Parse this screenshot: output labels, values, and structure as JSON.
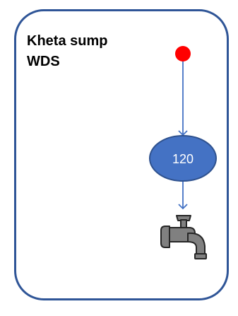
{
  "title": {
    "line1": "Kheta sump",
    "line2": "WDS"
  },
  "node": {
    "label": "120"
  },
  "colors": {
    "border": "#2f5597",
    "source_dot": "#ff0000",
    "node_fill": "#4472c4",
    "connector": "#4472c4",
    "tap": "#7f7f7f"
  },
  "icons": {
    "source": "red-dot-icon",
    "sink": "water-tap-icon"
  }
}
